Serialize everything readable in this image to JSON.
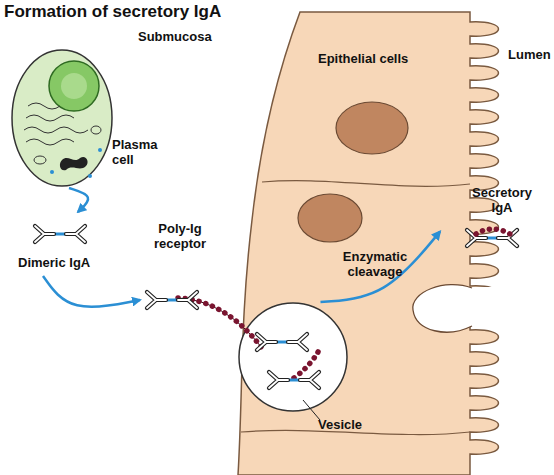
{
  "diagram": {
    "title": "Formation of secretory IgA",
    "nodes": [
      {
        "text": [
          "Plasma cell"
        ]
      },
      {
        "text": [
          "Dimeric IgA"
        ]
      },
      {
        "text": [
          "Poly-Ig receptor"
        ]
      },
      {
        "text": [
          "Epithelial cells"
        ]
      },
      {
        "text": [
          "Vesicle"
        ],
        "in": 3
      },
      {
        "text": [
          "Secretory IgA"
        ]
      }
    ],
    "edges": [
      {
        "from": 0,
        "to": 1,
        "arrow": "to"
      },
      {
        "from": 1,
        "to": 2,
        "arrow": "to"
      },
      {
        "from": 4,
        "to": 5,
        "label": "Enzymatic cleavage",
        "arrow": "to"
      }
    ],
    "labels": [
      "Submucosa",
      "Lumen"
    ]
  }
}
